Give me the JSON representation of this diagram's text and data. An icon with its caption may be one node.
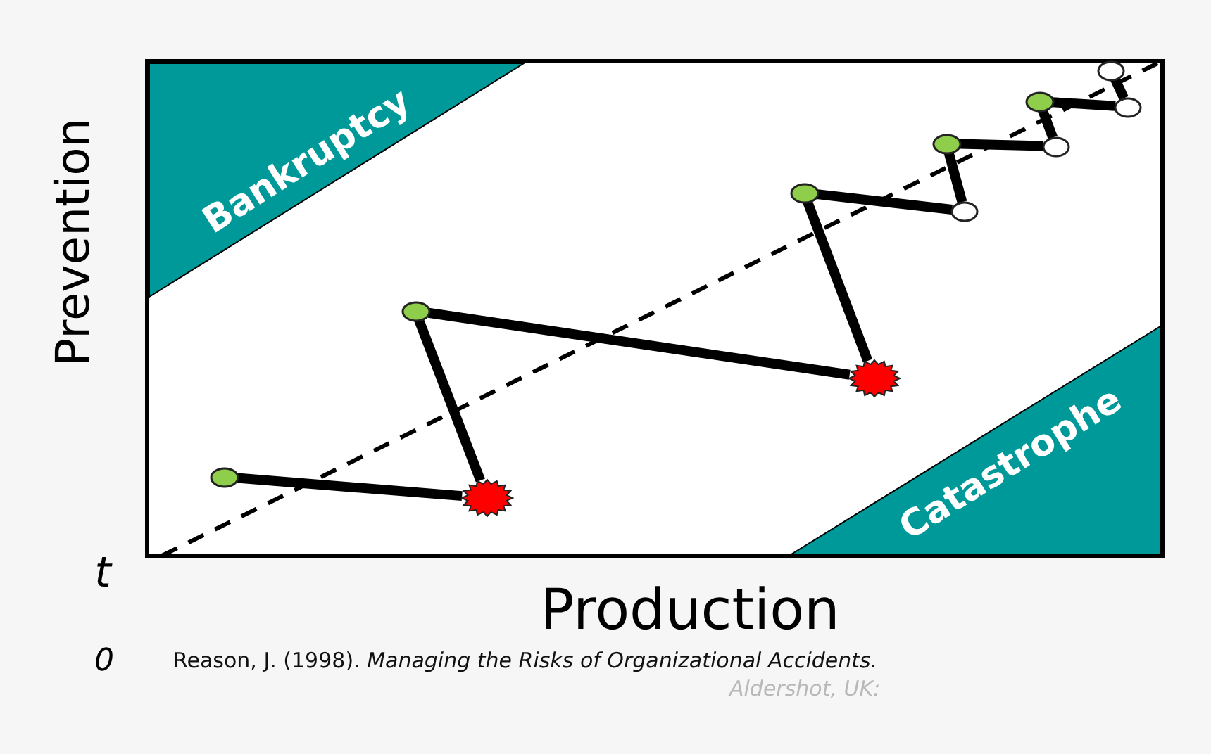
{
  "diagram": {
    "nodes": [
      {
        "text": [
          "Bankruptcy"
        ]
      },
      {
        "text": [],
        "shape": "circle"
      },
      {
        "text": [],
        "shape": "circle"
      },
      {
        "text": [],
        "shape": "star"
      },
      {
        "text": [],
        "shape": "circle"
      },
      {
        "text": [],
        "shape": "star"
      },
      {
        "text": [],
        "shape": "circle"
      },
      {
        "text": [],
        "shape": "circle"
      },
      {
        "text": [],
        "shape": "circle"
      },
      {
        "text": [],
        "shape": "circle"
      },
      {
        "text": [],
        "shape": "circle"
      },
      {
        "text": [],
        "shape": "circle"
      },
      {
        "text": [
          "Catastrophe"
        ]
      }
    ],
    "edges": [
      {
        "from": 1,
        "to": 3,
        "arrow": "none"
      },
      {
        "from": 3,
        "to": 2,
        "arrow": "none"
      },
      {
        "from": 2,
        "to": 5,
        "arrow": "none"
      },
      {
        "from": 5,
        "to": 4,
        "arrow": "none"
      },
      {
        "from": 4,
        "to": 7,
        "arrow": "none"
      },
      {
        "from": 7,
        "to": 6,
        "arrow": "none"
      },
      {
        "from": 6,
        "to": 9,
        "arrow": "none"
      },
      {
        "from": 9,
        "to": 8,
        "arrow": "none"
      },
      {
        "from": 8,
        "to": 11,
        "arrow": "none"
      },
      {
        "from": 11,
        "to": 10,
        "arrow": "none"
      }
    ],
    "labels": [
      "Prevention",
      "t",
      "Production",
      "0",
      "Reason, J. (1998). *Managing the Risks of Organizational Accidents.*",
      "Aldershot, UK:"
    ]
  }
}
